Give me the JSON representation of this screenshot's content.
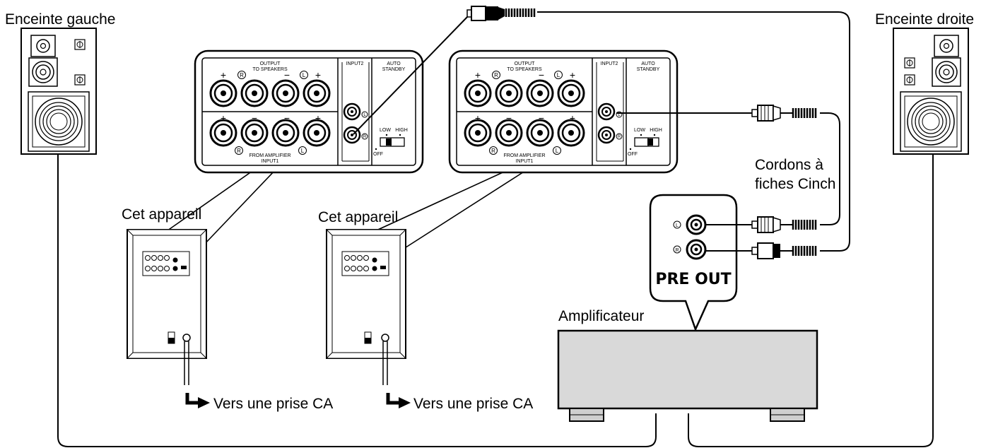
{
  "labels": {
    "left_speaker": "Enceinte gauche",
    "right_speaker": "Enceinte droite",
    "unit_left": "Cet appareil",
    "unit_right": "Cet appareil",
    "ac_left": "Vers une prise CA",
    "ac_right": "Vers une prise CA",
    "cords": "Cordons à\nfiches Cinch",
    "amplifier": "Amplificateur",
    "pre_out": "PRE OUT"
  },
  "panel": {
    "output": "OUTPUT",
    "to_speakers": "TO SPEAKERS",
    "from_amplifier": "FROM AMPLIFIER",
    "input1": "INPUT1",
    "input2": "INPUT2",
    "auto": "AUTO",
    "standby": "STANDBY",
    "low": "LOW",
    "high": "HIGH",
    "off": "OFF",
    "plus": "+",
    "minus": "−",
    "ch_r": "R",
    "ch_l": "L"
  }
}
